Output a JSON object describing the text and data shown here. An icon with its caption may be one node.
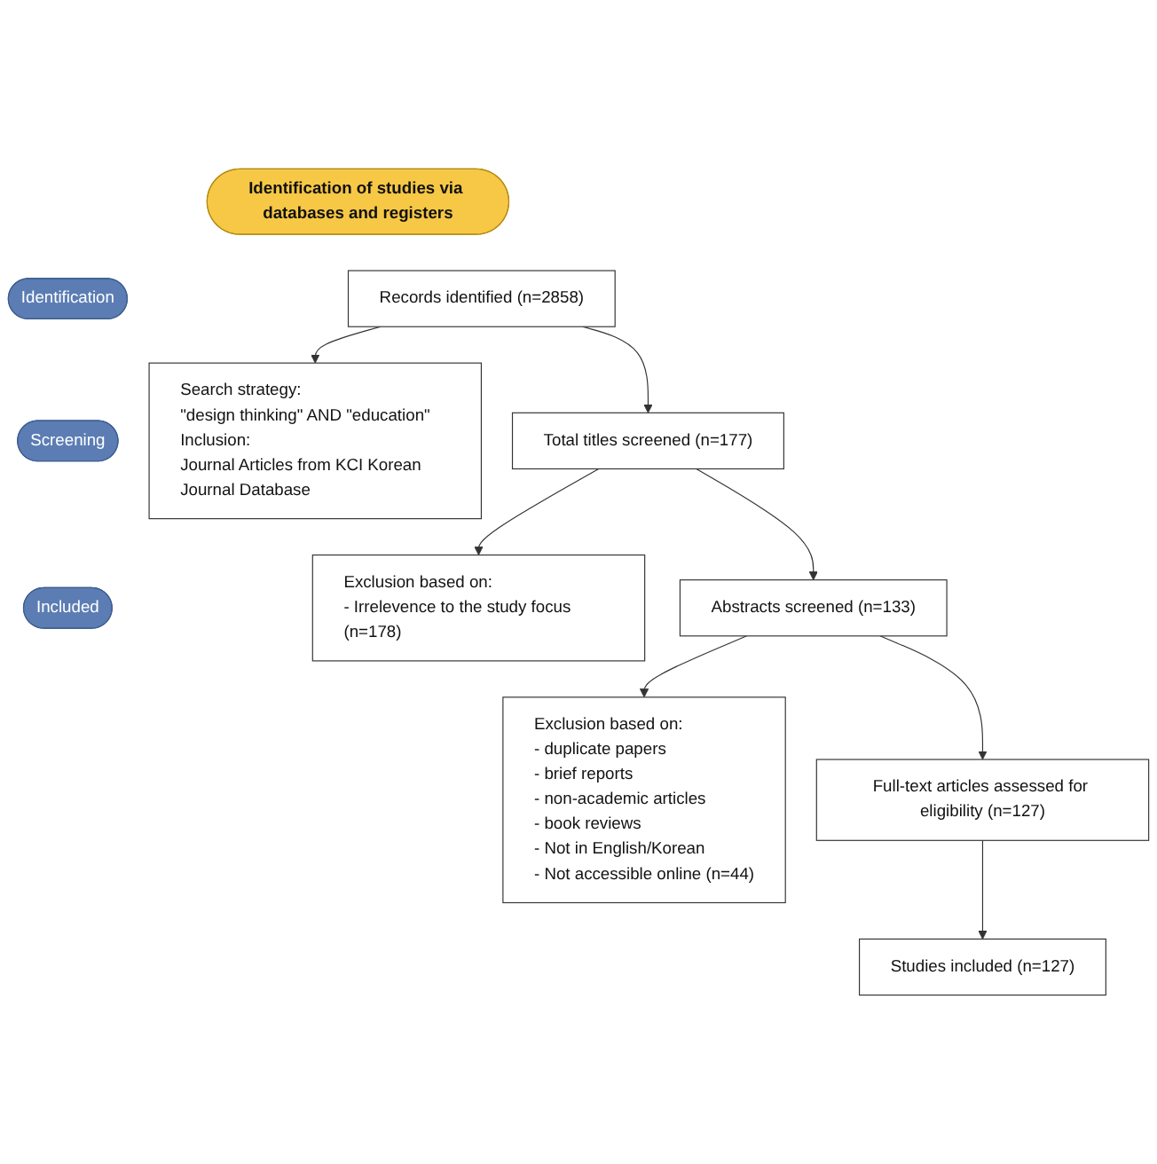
{
  "diagram": {
    "nodes": [
      {
        "text": [
          "Identification of studies via databases and registers"
        ]
      },
      {
        "text": [
          "Identification"
        ]
      },
      {
        "text": [
          "Screening"
        ]
      },
      {
        "text": [
          "Included"
        ]
      },
      {
        "text": [
          "Records identified (n=2858)"
        ]
      },
      {
        "text": [
          "Search strategy:",
          "\"design thinking\" AND \"education\"",
          "Inclusion:",
          "Journal Articles from KCI Korean Journal Database"
        ]
      },
      {
        "text": [
          "Total titles screened (n=177)"
        ]
      },
      {
        "text": [
          "Exclusion based on:",
          "- Irrelevence to the study focus (n=178)"
        ]
      },
      {
        "text": [
          "Abstracts screened (n=133)"
        ]
      },
      {
        "text": [
          "Exclusion based on:",
          "- duplicate papers",
          "- brief reports",
          "- non-academic articles",
          "- book reviews",
          "- Not in English/Korean",
          "- Not accessible online (n=44)"
        ]
      },
      {
        "text": [
          "Full-text articles assessed for eligibility (n=127)"
        ]
      },
      {
        "text": [
          "Studies included (n=127)"
        ]
      }
    ],
    "edges": [
      {
        "from": 4,
        "to": 5,
        "arrow": "to"
      },
      {
        "from": 4,
        "to": 6,
        "arrow": "to"
      },
      {
        "from": 6,
        "to": 7,
        "arrow": "to"
      },
      {
        "from": 6,
        "to": 8,
        "arrow": "to"
      },
      {
        "from": 8,
        "to": 9,
        "arrow": "to"
      },
      {
        "from": 8,
        "to": 10,
        "arrow": "to"
      },
      {
        "from": 10,
        "to": 11,
        "arrow": "to"
      }
    ]
  }
}
